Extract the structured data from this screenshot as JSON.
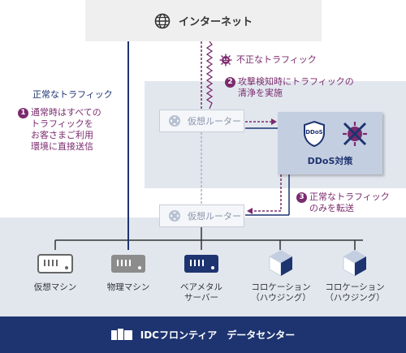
{
  "internet": {
    "label": "インターネット",
    "icon": "globe-icon"
  },
  "left_label": {
    "text": "正常なトラフィック"
  },
  "note1": {
    "num": "1",
    "lines": [
      "通常時はすべての",
      "トラフィックを",
      "お客さまご利用",
      "環境に直接送信"
    ]
  },
  "bad_traffic": {
    "text": "不正なトラフィック",
    "icon": "virus-icon"
  },
  "note2": {
    "num": "2",
    "lines": [
      "攻撃検知時にトラフィックの",
      "清浄を実施"
    ]
  },
  "router_top": {
    "label": "仮想ルーター"
  },
  "router_bottom": {
    "label": "仮想ルーター"
  },
  "ddos": {
    "badge": "DDoS",
    "label": "DDoS対策"
  },
  "note3": {
    "num": "3",
    "lines": [
      "正常なトラフィック",
      "のみを転送"
    ]
  },
  "devices": [
    {
      "lines": [
        "仮想マシン"
      ],
      "icon": "server-outline-icon"
    },
    {
      "lines": [
        "物理マシン"
      ],
      "icon": "server-gray-icon"
    },
    {
      "lines": [
        "ベアメタル",
        "サーバー"
      ],
      "icon": "server-blue-icon"
    },
    {
      "lines": [
        "コロケーション",
        "（ハウジング）"
      ],
      "icon": "cube-icon"
    },
    {
      "lines": [
        "コロケーション",
        "（ハウジング）"
      ],
      "icon": "cube-icon"
    }
  ],
  "footer": {
    "label": "IDCフロンティア　データセンター",
    "icon": "windows-logo-icon"
  },
  "colors": {
    "navy": "#1e3470",
    "purple": "#7b2a6e",
    "band": "#e2e7ee"
  }
}
